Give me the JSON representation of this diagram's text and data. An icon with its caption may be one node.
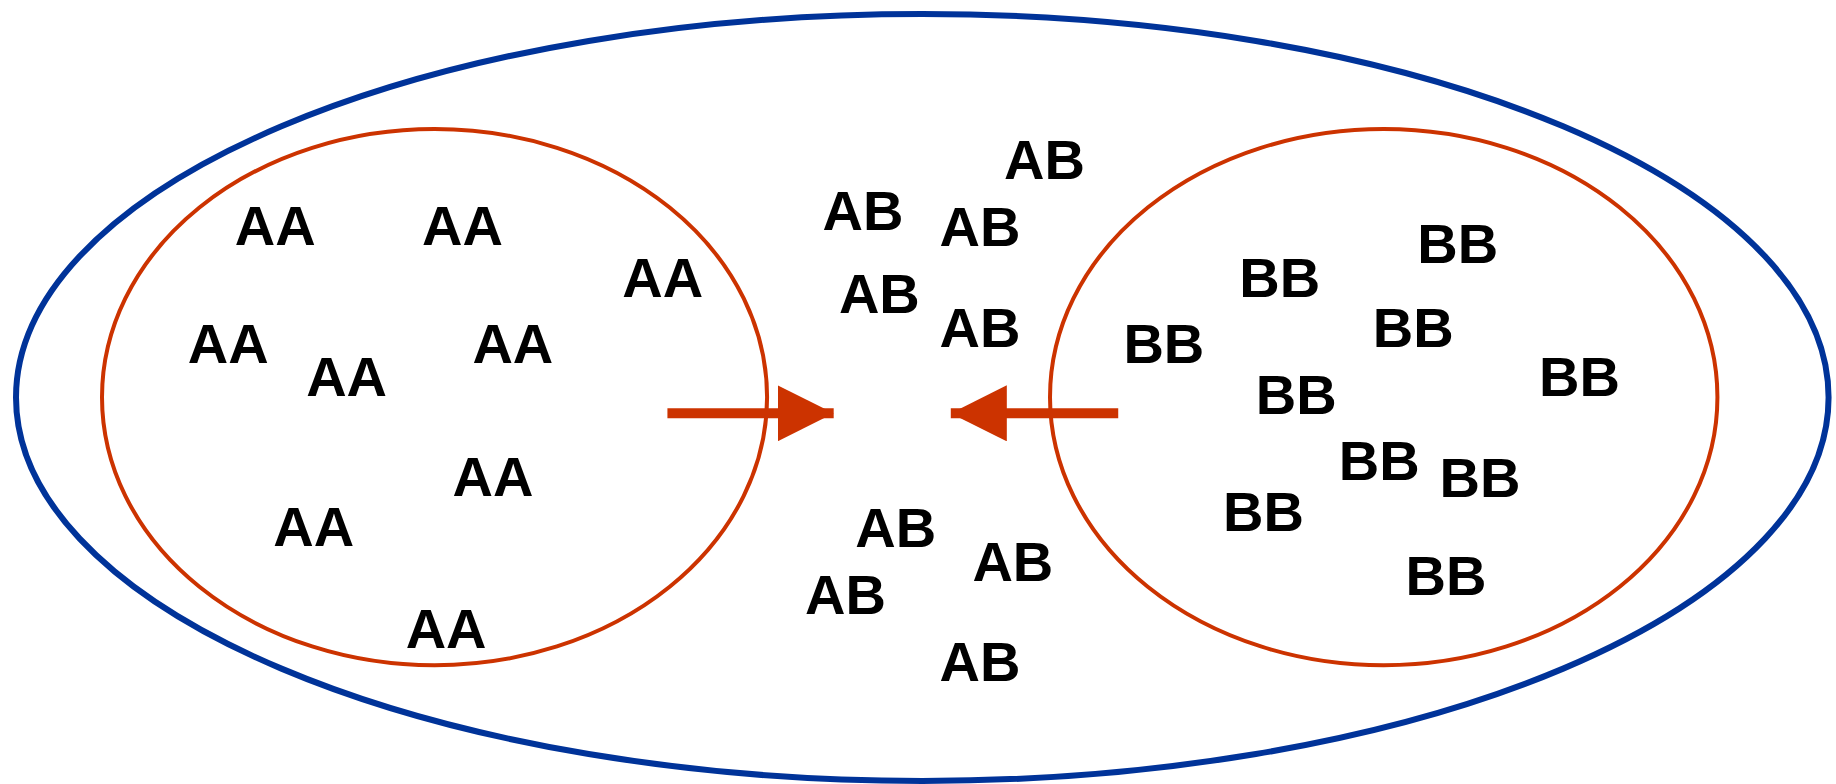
{
  "diagram": {
    "nodes": [
      {
        "text": [
          "AB",
          "AB",
          "AB",
          "AB",
          "AB",
          "AB",
          "AB",
          "AB",
          "AB"
        ]
      },
      {
        "text": [
          "AA",
          "AA",
          "AA",
          "AA",
          "AA",
          "AA",
          "AA",
          "AA",
          "AA"
        ],
        "in": 0
      },
      {
        "text": [
          "BB",
          "BB",
          "BB",
          "BB",
          "BB",
          "BB",
          "BB",
          "BB",
          "BB",
          "BB"
        ],
        "in": 0
      }
    ],
    "edges": [
      {
        "from": 1,
        "to": null,
        "arrow": "to"
      },
      {
        "from": 2,
        "to": null,
        "arrow": "to"
      }
    ]
  }
}
